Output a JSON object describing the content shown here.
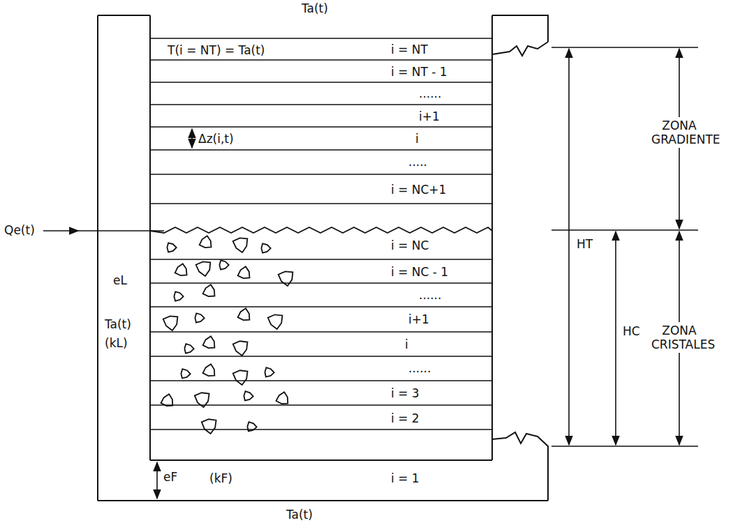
{
  "diagram": {
    "labels": [
      "Ta(t)",
      "T(i = NT) = Ta(t)",
      "i = NT",
      "i = NT - 1",
      "......",
      "i+1",
      "Δz(i,t)",
      "i",
      ".....",
      "i = NC+1",
      "i = NC",
      "i = NC - 1",
      "......",
      "i+1",
      "i",
      "......",
      "i = 3",
      "i = 2",
      "i = 1",
      "Qe(t)",
      "eL",
      "Ta(t)",
      "(kL)",
      "eF",
      "(kF)",
      "Ta(t)",
      "HT",
      "HC",
      "ZONA GRADIENTE",
      "ZONA CRISTALES"
    ]
  }
}
